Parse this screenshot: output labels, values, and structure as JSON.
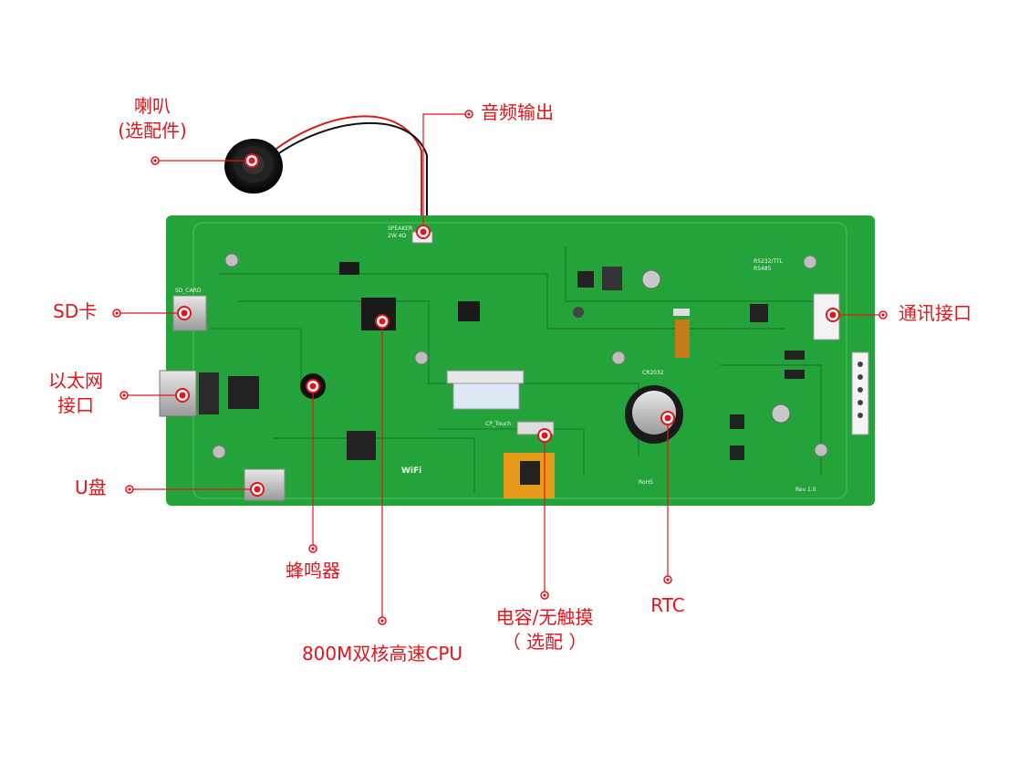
{
  "labels": {
    "speaker": {
      "line1": "喇叭",
      "line2": "(选配件)"
    },
    "audio_out": "音频输出",
    "sd_card": "SD卡",
    "ethernet": {
      "line1": "以太网",
      "line2": "接口"
    },
    "usb": "U盘",
    "comm_port": "通讯接口",
    "buzzer": "蜂鸣器",
    "cpu": "800M双核高速CPU",
    "touch": {
      "line1": "电容/无触摸",
      "line2": "（ 选配 ）"
    },
    "rtc": "RTC"
  },
  "board_text": {
    "speaker_conn": "SPEAKER",
    "speaker_spec": "2W 4Ω",
    "sd_slot": "SD_CARD",
    "rs232": "RS232/TTL",
    "rs485": "RS485",
    "battery": "CR2032",
    "touch_conn": "CP_Touch",
    "wifi": "WiFi",
    "rohs": "RoHS",
    "revision": "Rev 1.0"
  },
  "colors": {
    "board": "#25a33b",
    "board_dark": "#1c8a30",
    "annotation": "#e4141b"
  }
}
